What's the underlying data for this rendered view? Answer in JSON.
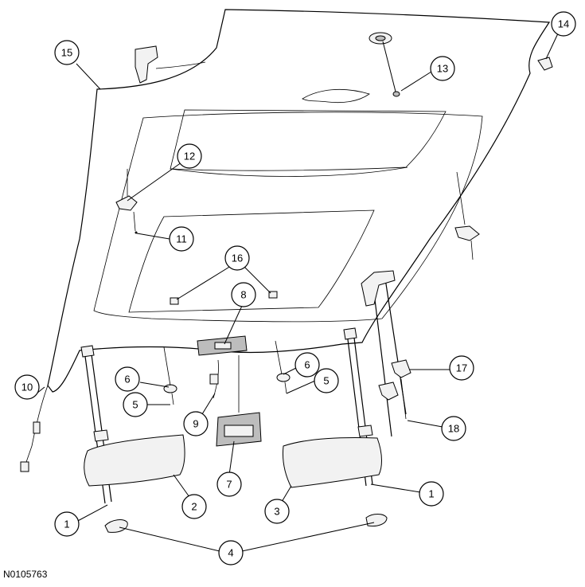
{
  "diagram": {
    "reference_code": "N0105763",
    "callouts": [
      {
        "id": "c1a",
        "label": "1"
      },
      {
        "id": "c1b",
        "label": "1"
      },
      {
        "id": "c2",
        "label": "2"
      },
      {
        "id": "c3",
        "label": "3"
      },
      {
        "id": "c4",
        "label": "4"
      },
      {
        "id": "c5a",
        "label": "5"
      },
      {
        "id": "c5b",
        "label": "5"
      },
      {
        "id": "c6a",
        "label": "6"
      },
      {
        "id": "c6b",
        "label": "6"
      },
      {
        "id": "c7",
        "label": "7"
      },
      {
        "id": "c8",
        "label": "8"
      },
      {
        "id": "c9",
        "label": "9"
      },
      {
        "id": "c10",
        "label": "10"
      },
      {
        "id": "c11",
        "label": "11"
      },
      {
        "id": "c12",
        "label": "12"
      },
      {
        "id": "c13",
        "label": "13"
      },
      {
        "id": "c14",
        "label": "14"
      },
      {
        "id": "c15",
        "label": "15"
      },
      {
        "id": "c16",
        "label": "16"
      },
      {
        "id": "c17",
        "label": "17"
      },
      {
        "id": "c18",
        "label": "18"
      }
    ]
  }
}
